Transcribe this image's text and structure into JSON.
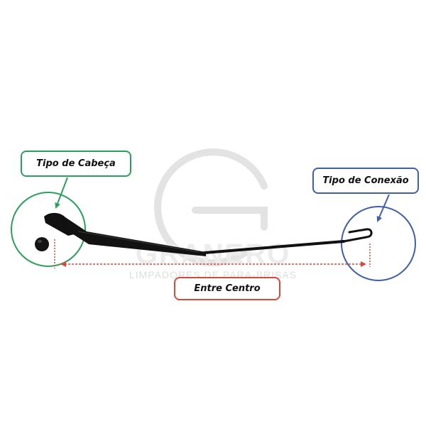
{
  "labels": {
    "head_type": "Tipo de Cabeça",
    "connection_type": "Tipo de Conexão",
    "center_distance": "Entre Centro"
  },
  "watermark": {
    "brand": "GRANERO",
    "tagline": "LIMPADORES DE PARA-BRISAS"
  },
  "colors": {
    "head_green": "#2aa05a",
    "connection_blue": "#3f5fa8",
    "distance_red": "#d64a3a",
    "arm_black": "#111111",
    "watermark_gray": "#e6e6e6"
  }
}
